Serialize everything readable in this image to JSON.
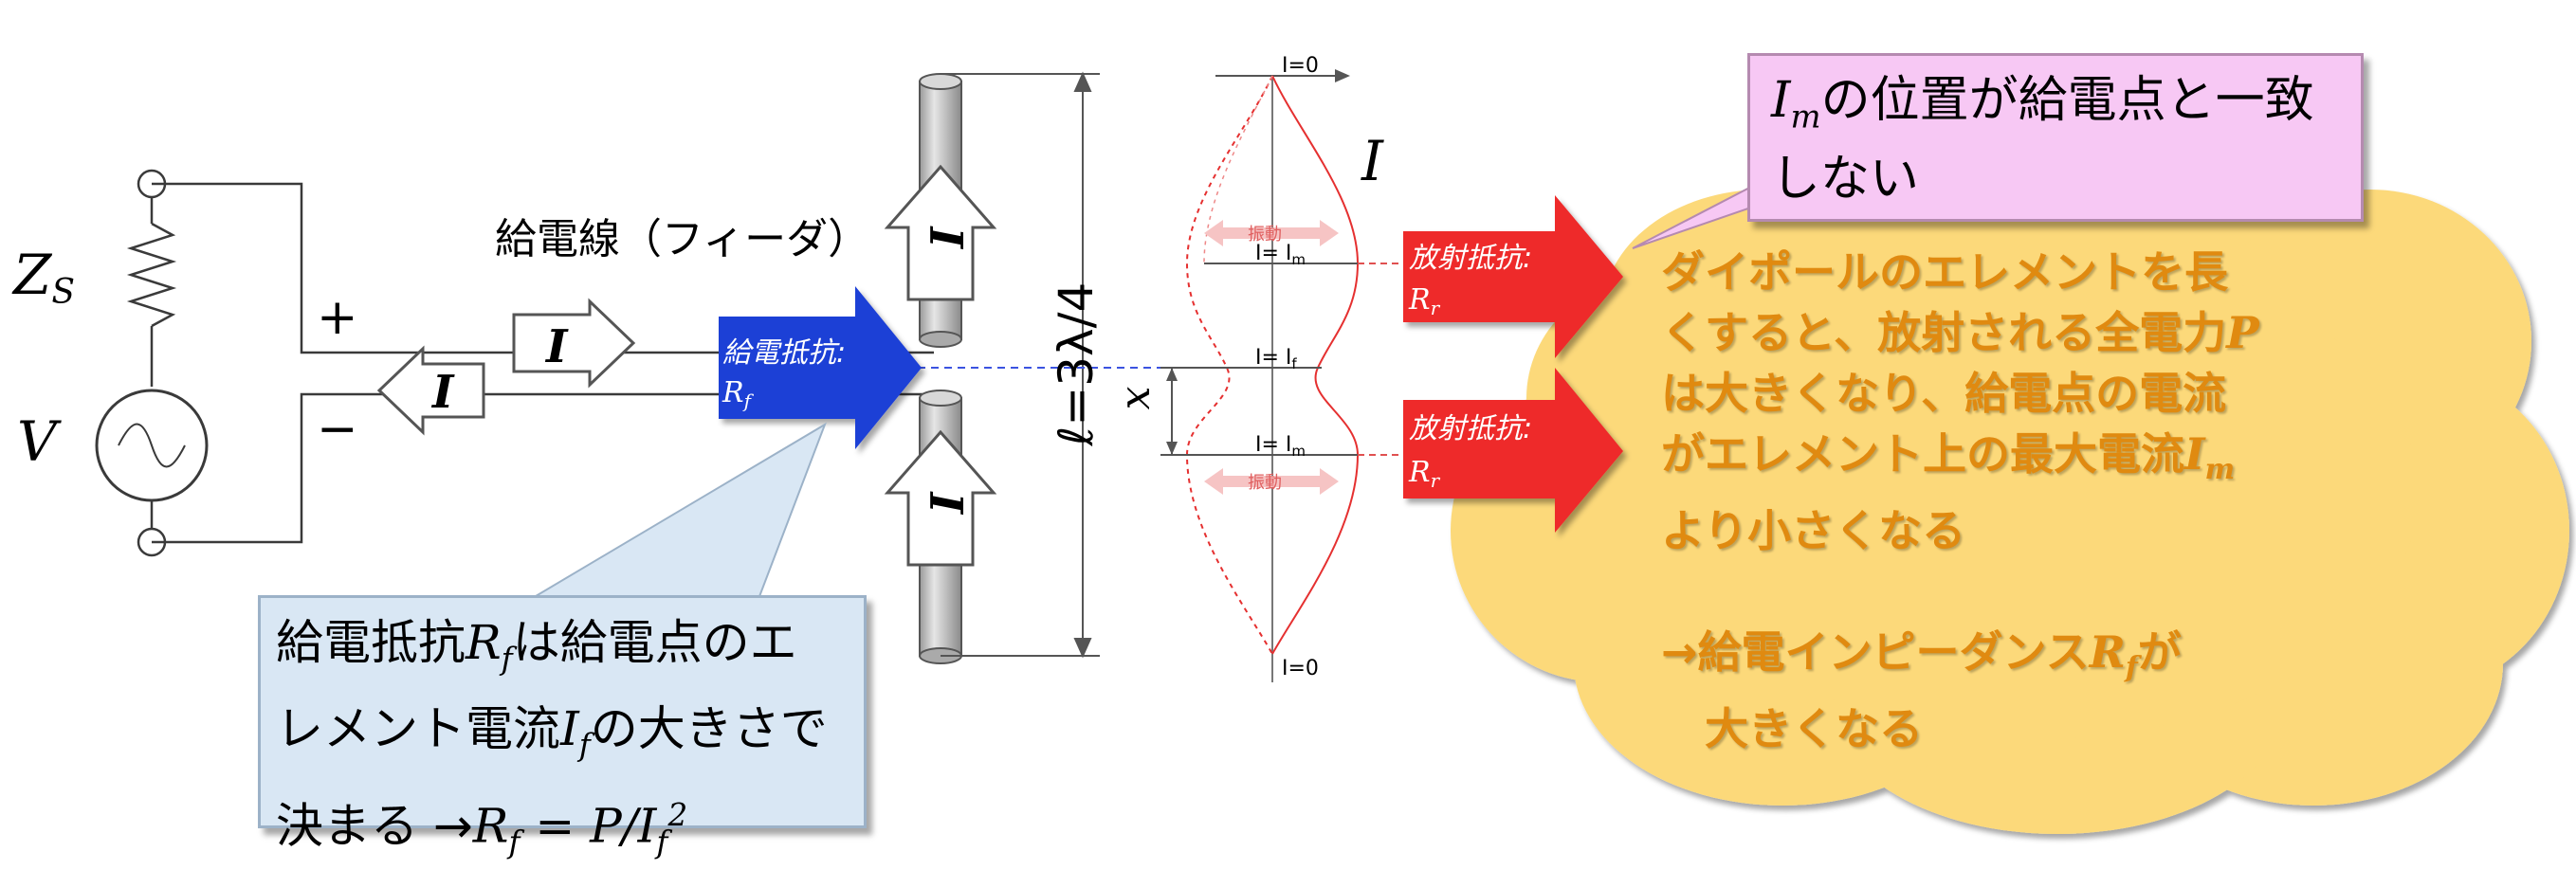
{
  "source": {
    "zs": "Z",
    "zs_sub": "S",
    "v": "V",
    "plus": "+",
    "minus": "−"
  },
  "current_symbol": "I",
  "feeder_label": "給電線（フィーダ）",
  "feed_resistance": {
    "label": "給電抵抗:",
    "symbol": "R",
    "sub": "f"
  },
  "radiation_resistance": {
    "label": "放射抵抗:",
    "symbol": "R",
    "sub": "r"
  },
  "length_label": "ℓ=3λ/4",
  "x_label": "x",
  "current_axis_label": "I",
  "distribution": {
    "top": "I=0",
    "bottom": "I=0",
    "im_upper": "I= I",
    "im_sub": "m",
    "if_label": "I= I",
    "if_sub": "f",
    "im_lower": "I= I",
    "oscillation": "振動"
  },
  "callout_pink": {
    "symbol": "I",
    "sub": "m",
    "line1": "の位置が給電点と一致",
    "line2": "しない"
  },
  "callout_blue": {
    "l1a": "給電抵抗",
    "l1sym": "R",
    "l1sub": "f",
    "l1b": "は給電点のエ",
    "l2a": "レメント電流",
    "l2sym": "I",
    "l2sub": "f",
    "l2b": "の大きさで",
    "l3a": "決まる →",
    "l3eq": "R",
    "l3eqsub": "f",
    "l3eqb": " = P/I",
    "l3eqsub2": "f",
    "l3sup": "2"
  },
  "cloud": {
    "l1": "ダイポールのエレメントを長",
    "l2": "くすると、放射される全電力",
    "l2sym": "P",
    "l3": "は大きくなり、給電点の電流",
    "l4": "がエレメント上の最大電流",
    "l4sym": "I",
    "l4sub": "m",
    "l5": "より小さくなる",
    "l6a": "→給電インピーダンス",
    "l6sym": "R",
    "l6sub": "f",
    "l6b": "が",
    "l7": "大きくなる"
  },
  "colors": {
    "feed_arrow": "#1f3fd6",
    "radiation_arrow": "#ee2a2a",
    "cloud": "#fcd97a",
    "cloud_text": "#e08a10",
    "pink_box": "#f7c8f4",
    "blue_box": "#d9e7f4",
    "element": "#c8c8c8",
    "oscillation": "#f6b8b8"
  }
}
